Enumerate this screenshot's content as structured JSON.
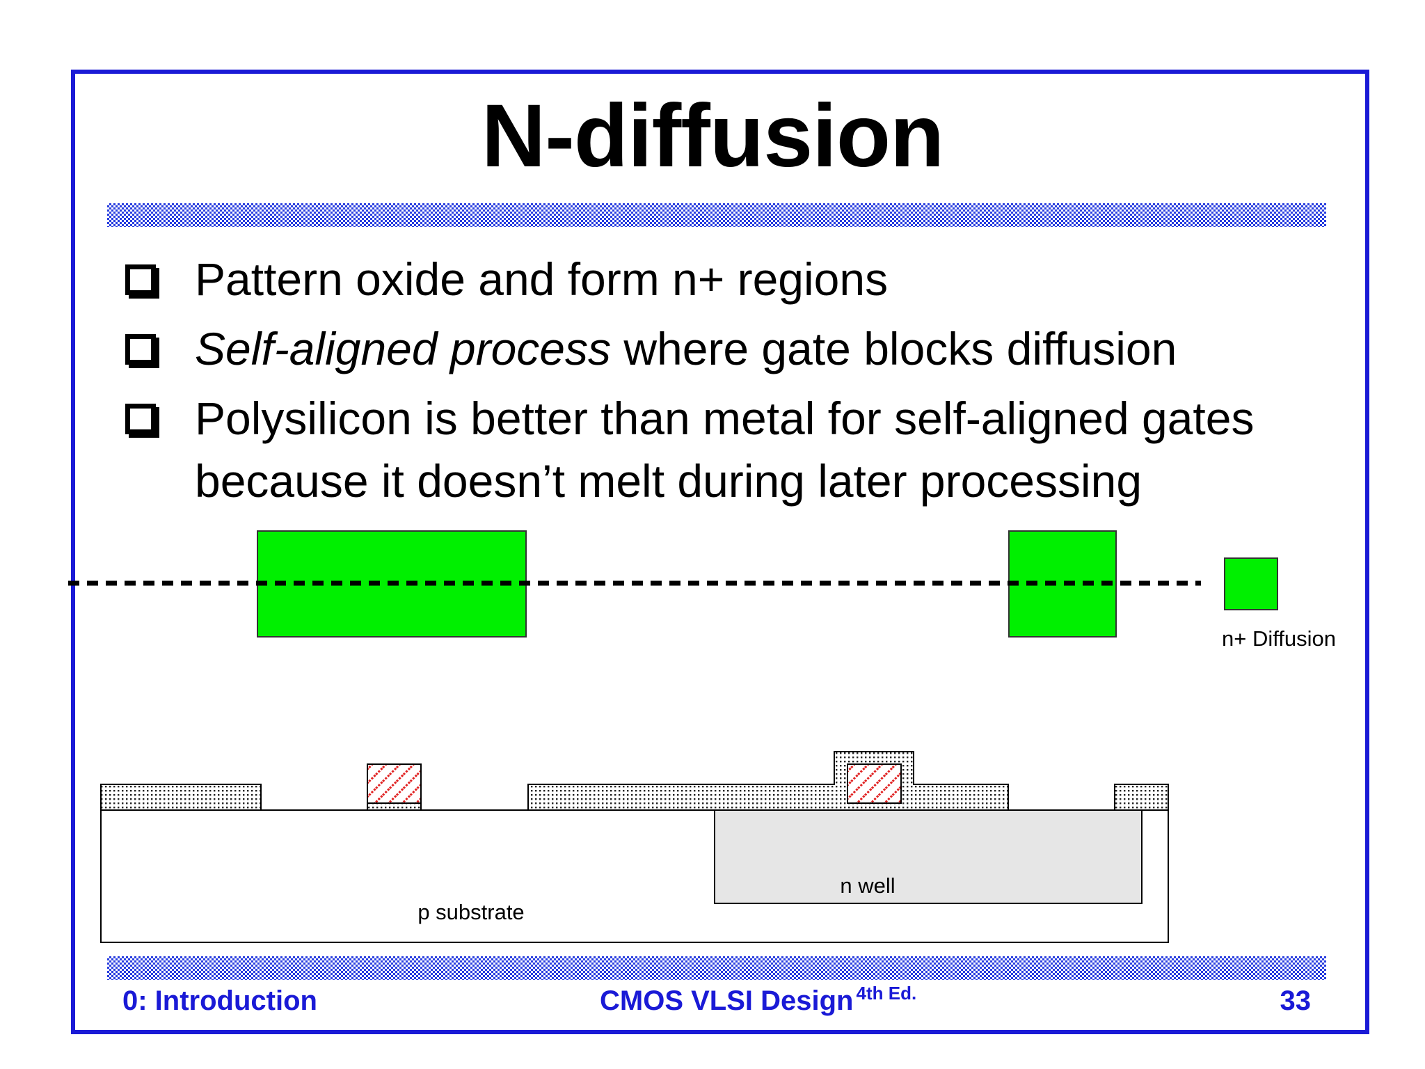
{
  "slide": {
    "title": "N-diffusion",
    "bullets": [
      {
        "em": "",
        "text": "Pattern oxide and form n+ regions"
      },
      {
        "em": "Self-aligned process",
        "text": " where gate blocks diffusion"
      },
      {
        "em": "",
        "text": "Polysilicon is better than metal for self-aligned gates because it doesn’t melt during later processing"
      }
    ]
  },
  "diagram": {
    "legend_label": "n+ Diffusion",
    "substrate_label": "p substrate",
    "well_label": "n well"
  },
  "footer": {
    "chapter": "0: Introduction",
    "book": "CMOS VLSI Design",
    "edition": "4th Ed.",
    "page": "33"
  },
  "colors": {
    "frame": "#1a1ad6",
    "band": "#2a3fe0",
    "diffusion": "#00f000",
    "nwell": "#e6e6e6",
    "poly_hatch": "#e02020"
  }
}
